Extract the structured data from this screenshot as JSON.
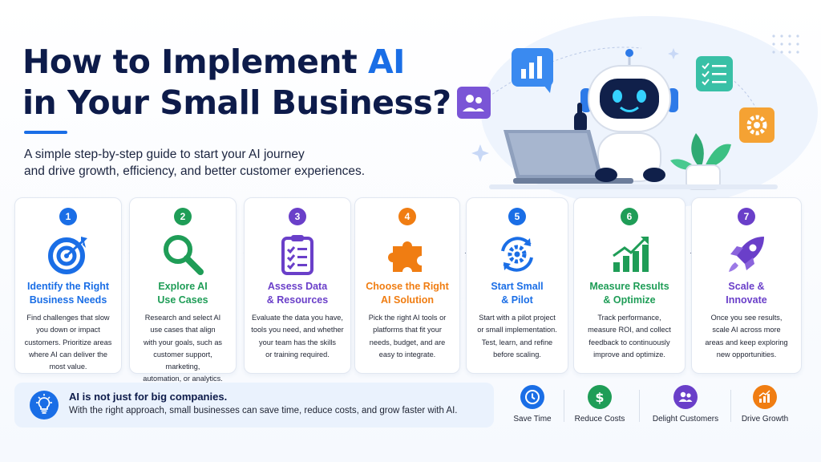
{
  "header": {
    "title_line1_prefix": "How to Implement ",
    "title_accent": "AI",
    "title_line2": "in Your Small Business?",
    "subtitle_line1": "A simple step-by-step guide to start your AI journey",
    "subtitle_line2": "and drive growth, efficiency, and better customer experiences."
  },
  "steps": [
    {
      "number": "1",
      "title_line1": "Identify the Right",
      "title_line2": "Business Needs",
      "color": "#1a6ee6",
      "icon": "target-icon",
      "desc": [
        "Find challenges that slow",
        "you down or impact",
        "customers. Prioritize areas",
        "where AI can deliver the",
        "most value."
      ]
    },
    {
      "number": "2",
      "title_line1": "Explore AI",
      "title_line2": "Use Cases",
      "color": "#1f9d57",
      "icon": "magnifier-icon",
      "desc": [
        "Research and select AI",
        "use cases that align",
        "with your goals, such as",
        "customer support, marketing,",
        "automation, or analytics."
      ]
    },
    {
      "number": "3",
      "title_line1": "Assess Data",
      "title_line2": "& Resources",
      "color": "#6a3fc9",
      "icon": "clipboard-checklist-icon",
      "desc": [
        "Evaluate the data you have,",
        "tools you need, and whether",
        "your team has the skills",
        "or training required."
      ]
    },
    {
      "number": "4",
      "title_line1": "Choose the Right",
      "title_line2": "AI Solution",
      "color": "#f07d12",
      "icon": "puzzle-piece-icon",
      "desc": [
        "Pick the right AI tools or",
        "platforms that fit your",
        "needs, budget, and are",
        "easy to integrate."
      ]
    },
    {
      "number": "5",
      "title_line1": "Start Small",
      "title_line2": "& Pilot",
      "color": "#1a6ee6",
      "icon": "gear-cycle-icon",
      "desc": [
        "Start with a pilot project",
        "or small implementation.",
        "Test, learn, and refine",
        "before scaling."
      ]
    },
    {
      "number": "6",
      "title_line1": "Measure Results",
      "title_line2": "& Optimize",
      "color": "#1f9d57",
      "icon": "growth-chart-icon",
      "desc": [
        "Track performance,",
        "measure ROI, and collect",
        "feedback to continuously",
        "improve and optimize."
      ]
    },
    {
      "number": "7",
      "title_line1": "Scale &",
      "title_line2": "Innovate",
      "color": "#6a3fc9",
      "icon": "rocket-icon",
      "desc": [
        "Once you see results,",
        "scale AI across more",
        "areas and keep exploring",
        "new opportunities."
      ]
    }
  ],
  "banner": {
    "icon": "lightbulb-icon",
    "title": "AI is not just for big companies.",
    "text": "With the right approach, small businesses can save time, reduce costs, and grow faster with AI."
  },
  "benefits": [
    {
      "label": "Save Time",
      "icon": "clock-icon",
      "color": "#1a6ee6"
    },
    {
      "label": "Reduce Costs",
      "icon": "dollar-icon",
      "color": "#1f9d57"
    },
    {
      "label": "Delight Customers",
      "icon": "users-icon",
      "color": "#6a3fc9"
    },
    {
      "label": "Drive Growth",
      "icon": "growth-icon",
      "color": "#f07d12"
    }
  ]
}
